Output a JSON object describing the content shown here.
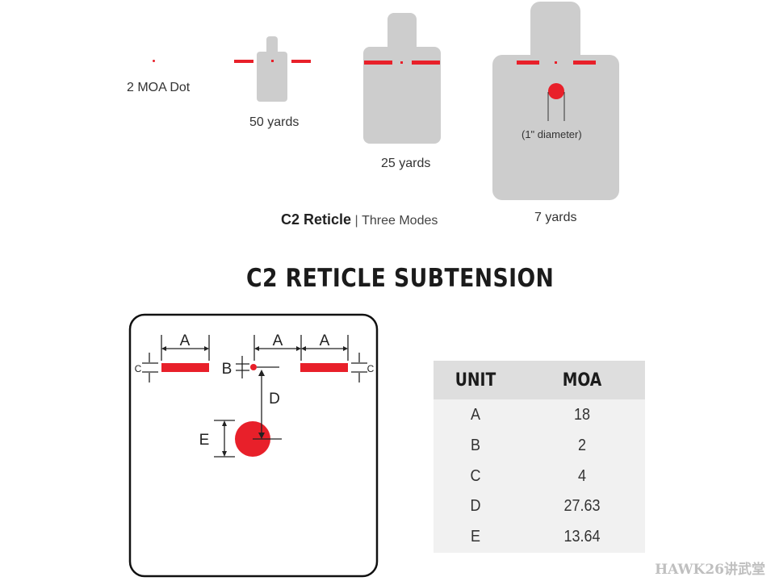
{
  "modes": {
    "dot_label": "2 MOA Dot",
    "yards50_label": "50 yards",
    "yards25_label": "25 yards",
    "yards7_label": "7 yards",
    "diameter_note": "(1\" diameter)"
  },
  "reticle_caption": {
    "name": "C2 Reticle",
    "separator": "|",
    "suffix": "Three Modes"
  },
  "subtension_title": "C2 RETICLE SUBTENSION",
  "diagram_labels": {
    "a1": "A",
    "a2": "A",
    "a3": "A",
    "b": "B",
    "c_left": "C",
    "c_right": "C",
    "d": "D",
    "e": "E"
  },
  "table": {
    "headers": [
      "UNIT",
      "MOA"
    ],
    "rows": [
      {
        "unit": "A",
        "moa": "18"
      },
      {
        "unit": "B",
        "moa": "2"
      },
      {
        "unit": "C",
        "moa": "4"
      },
      {
        "unit": "D",
        "moa": "27.63"
      },
      {
        "unit": "E",
        "moa": "13.64"
      }
    ]
  },
  "watermark": "HAWK26讲武堂",
  "colors": {
    "reticle_red": "#e8202a",
    "target_gray": "#cdcdcd",
    "table_header": "#dedede",
    "table_body": "#f1f1f1"
  }
}
